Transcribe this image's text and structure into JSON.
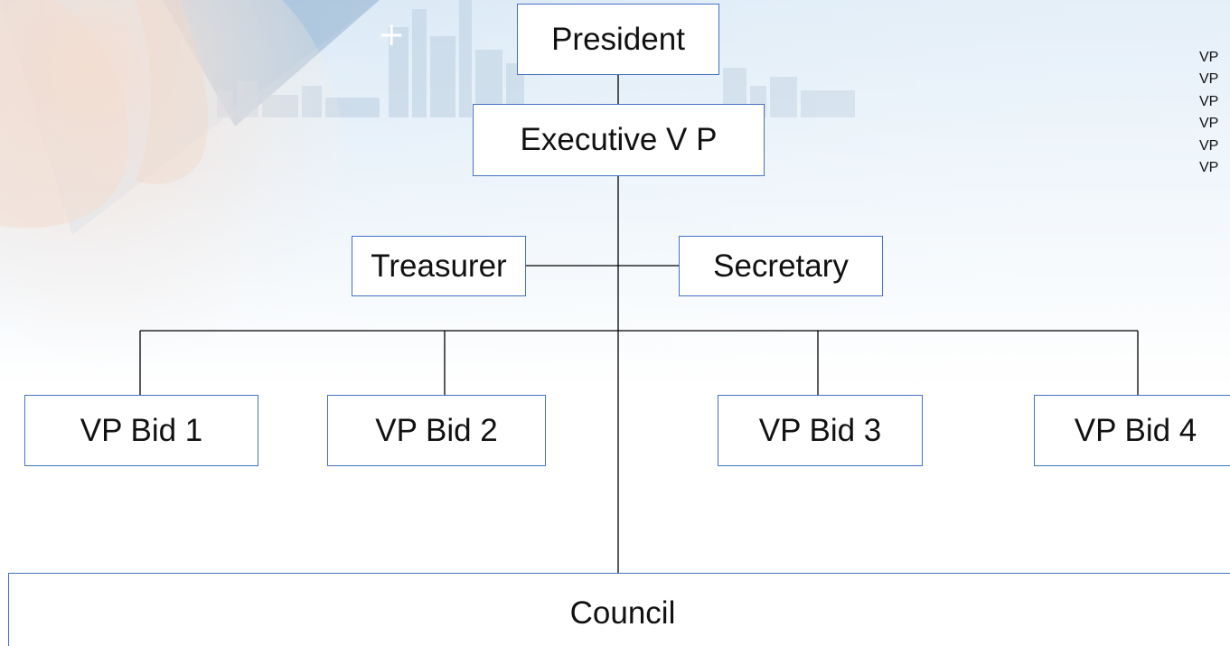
{
  "org_chart": {
    "president": "President",
    "executive_vp": "Executive V P",
    "treasurer": "Treasurer",
    "secretary": "Secretary",
    "vp_bid_1": "VP Bid 1",
    "vp_bid_2": "VP Bid 2",
    "vp_bid_3": "VP Bid 3",
    "vp_bid_4": "VP Bid 4",
    "council": "Council"
  },
  "side_list": [
    "VP",
    "VP",
    "VP",
    "VP",
    "VP",
    "VP"
  ],
  "colors": {
    "box_border": "#4472c4",
    "connector": "#000000",
    "text": "#111111"
  }
}
